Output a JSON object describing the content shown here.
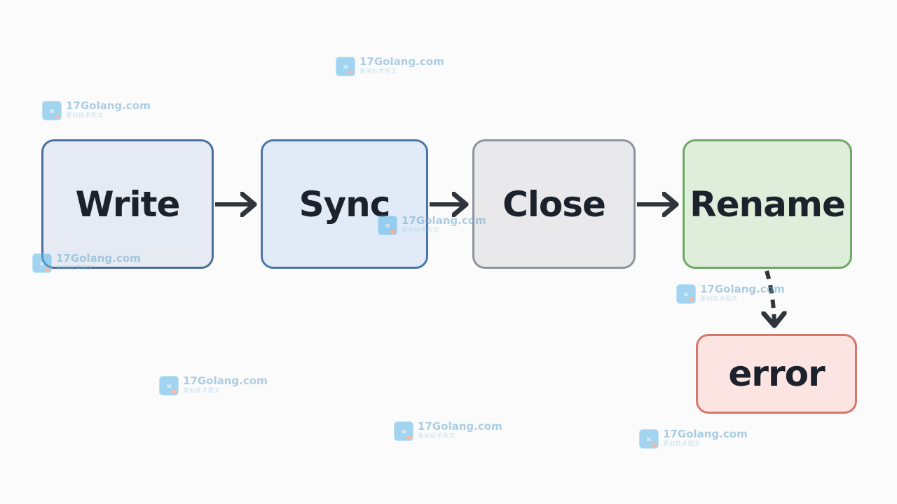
{
  "diagram": {
    "nodes": [
      {
        "id": "write",
        "label": "Write",
        "fill": "#e6ebf3",
        "border": "#4c6e9b"
      },
      {
        "id": "sync",
        "label": "Sync",
        "fill": "#e1ebf8",
        "border": "#4d74aa"
      },
      {
        "id": "close",
        "label": "Close",
        "fill": "#e9e9ec",
        "border": "#8e939c"
      },
      {
        "id": "rename",
        "label": "Rename",
        "fill": "#dfeedb",
        "border": "#6ea864"
      },
      {
        "id": "error",
        "label": "error",
        "fill": "#fbe4e1",
        "border": "#d6776b"
      }
    ],
    "edges": [
      {
        "from": "write",
        "to": "sync",
        "style": "solid"
      },
      {
        "from": "sync",
        "to": "close",
        "style": "solid"
      },
      {
        "from": "close",
        "to": "rename",
        "style": "solid"
      },
      {
        "from": "rename",
        "to": "error",
        "style": "dashed"
      }
    ],
    "edge_color": "#30353c"
  },
  "watermark": {
    "text": "17Golang.com",
    "subtext": "源创技术图文",
    "logo_icon": "image-logo-icon"
  }
}
